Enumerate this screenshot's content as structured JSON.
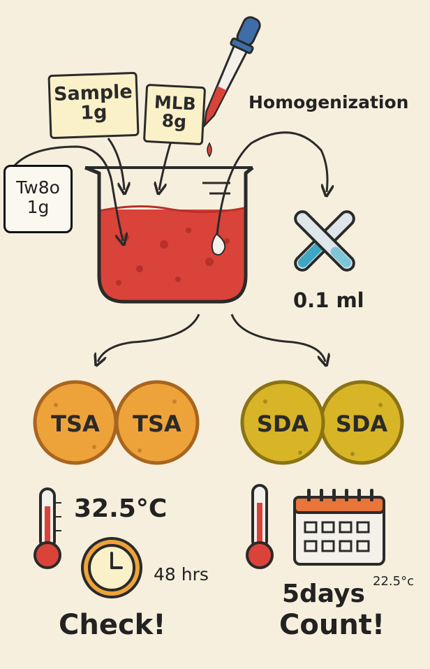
{
  "inputs": {
    "sample": {
      "line1": "Sample",
      "line2": "1g"
    },
    "mlb": {
      "line1": "MLB",
      "line2": "8g"
    },
    "tween": {
      "line1": "Tw8o",
      "line2": "1g"
    }
  },
  "step_homogenization": "Homogenization",
  "transfer_volume": "0.1 ml",
  "plates": {
    "left": {
      "label_a": "TSA",
      "label_b": "TSA"
    },
    "right": {
      "label_a": "SDA",
      "label_b": "SDA"
    }
  },
  "tsa_incubation": {
    "temperature": "32.5°C",
    "time": "48 hrs",
    "action": "Check!"
  },
  "sda_incubation": {
    "temperature": "22.5°c",
    "time": "5days",
    "action": "Count!"
  },
  "colors": {
    "background": "#f7efdd",
    "liquid": "#d9433a",
    "tsa_plate": "#eea33a",
    "sda_plate": "#d7b526",
    "outline": "#2a2a2a"
  },
  "icons": [
    "dropper-icon",
    "beaker-icon",
    "test-tubes-icon",
    "thermometer-icon",
    "clock-icon",
    "calendar-icon"
  ]
}
